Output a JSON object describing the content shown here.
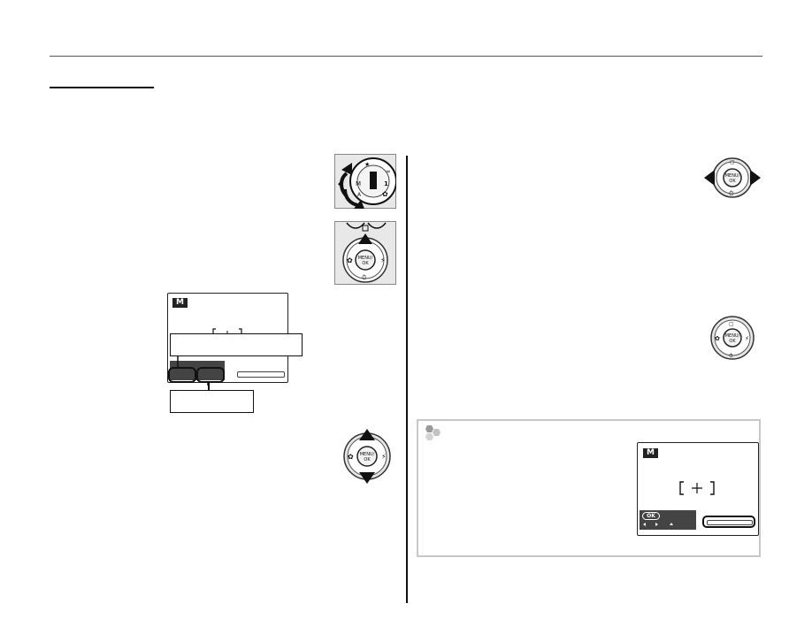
{
  "icons": {
    "mode_dial": "mode-dial-icon",
    "selector_up": "selector-up-arrow-icon",
    "selector_up_down": "selector-up-down-arrows-icon",
    "selector_left_right": "selector-left-right-arrows-icon",
    "selector_plain": "selector-button-icon",
    "note": "note-hexagons-icon"
  },
  "camera_figures": {
    "mode_badge": "M",
    "menu_ok_label": "MENU/ OK",
    "ok_label": "OK"
  },
  "colors": {
    "ink": "#111111",
    "rule": "#555555",
    "note_border": "#c8c8c8",
    "note_icon": "#9a9a9a"
  }
}
